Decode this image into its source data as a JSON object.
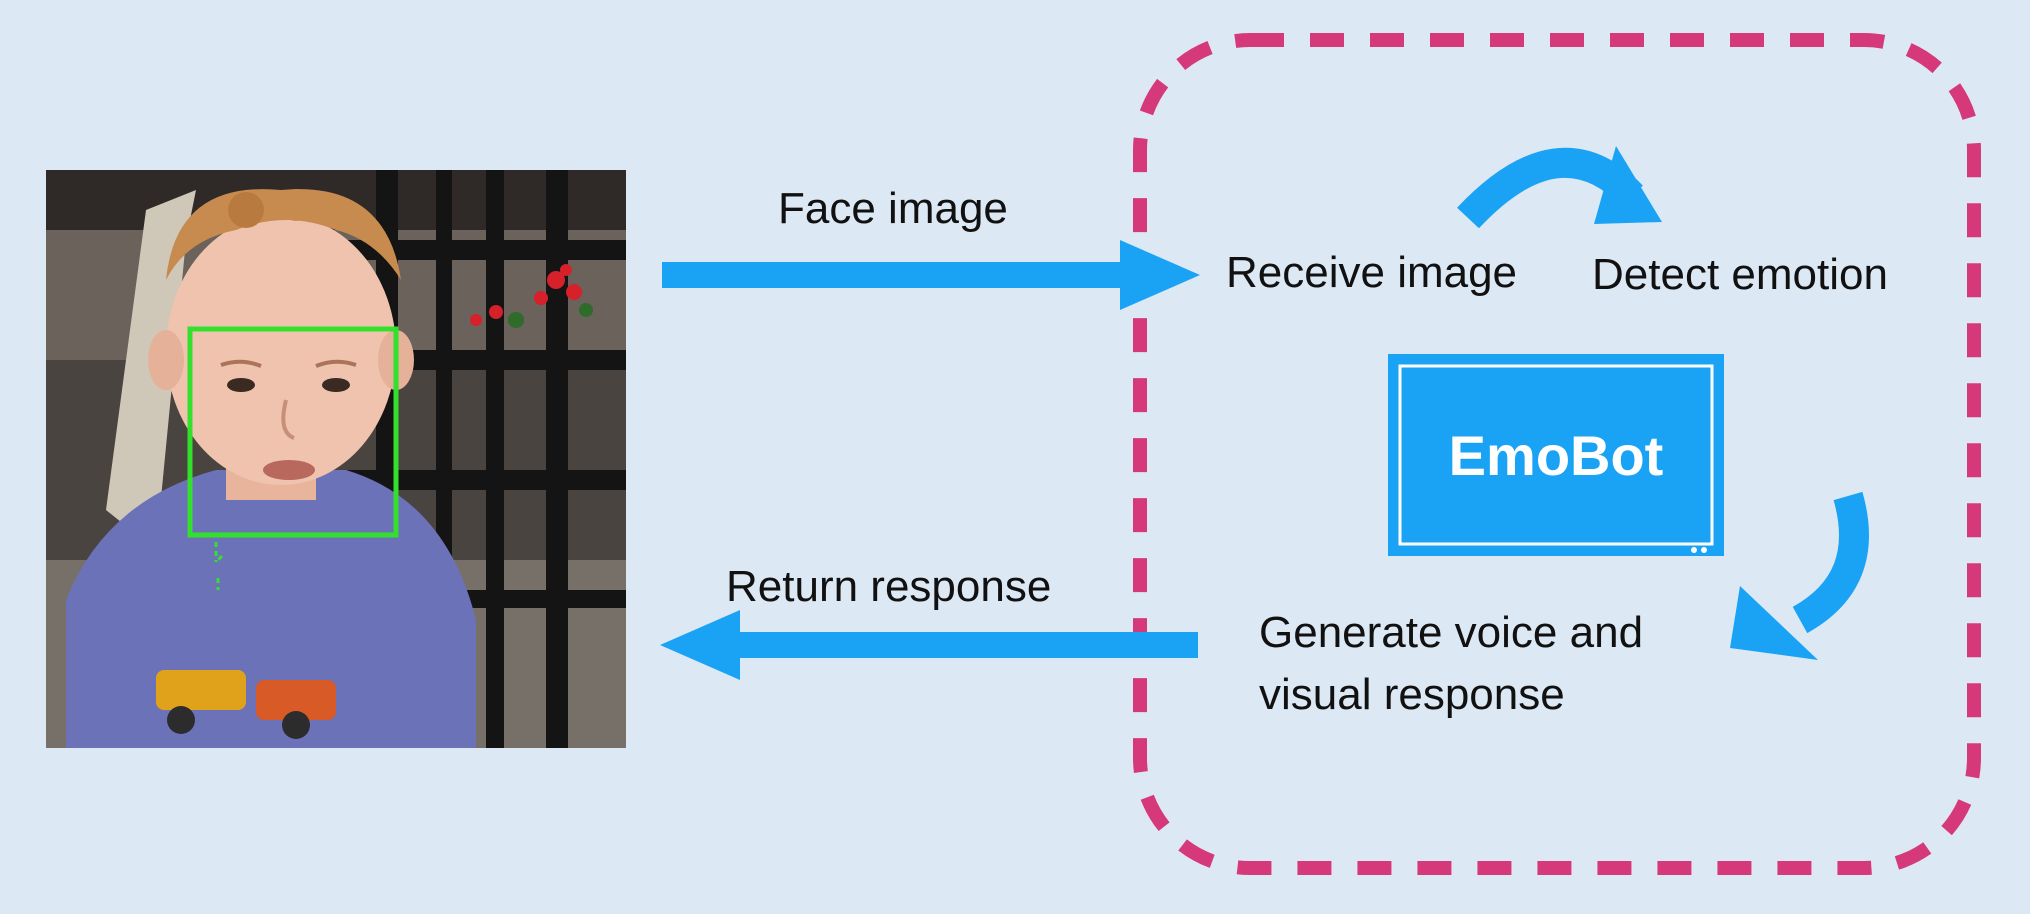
{
  "photo": {
    "subject": "child-face",
    "detection_box_color": "#33e02b"
  },
  "edges": {
    "face_image": "Face image",
    "return_response": "Return response"
  },
  "loop": {
    "receive_image": "Receive image",
    "detect_emotion": "Detect emotion",
    "generate_response_line1": "Generate voice and",
    "generate_response_line2": "visual response",
    "bot_name": "EmoBot"
  },
  "colors": {
    "background": "#dde8f5",
    "arrow": "#1aa3f5",
    "dashed_border": "#d6397a",
    "bot_box": "#1aa3f5",
    "bot_text": "#ffffff"
  }
}
